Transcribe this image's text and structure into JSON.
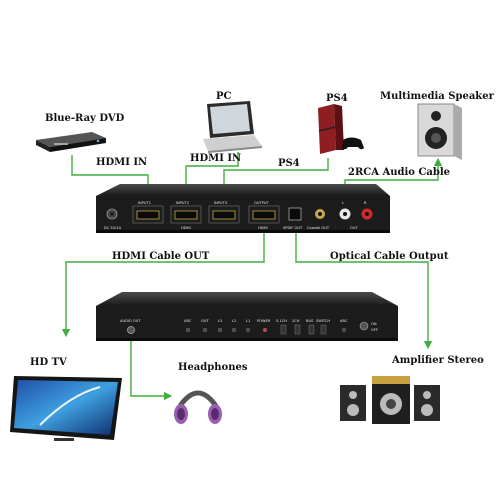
{
  "labels": {
    "bluray": "Blue-Ray DVD",
    "pc": "PC",
    "ps4_top": "PS4",
    "speaker": "Multimedia Speaker",
    "hdmi_in_1": "HDMI IN",
    "hdmi_in_2": "HDMI IN",
    "ps4_conn": "PS4",
    "rca_audio": "2RCA Audio Cable",
    "hdmi_out": "HDMI Cable OUT",
    "optical": "Optical Cable Output",
    "hdtv": "HD TV",
    "headphones": "Headphones",
    "amplifier": "Amplifier Stereo"
  },
  "rear_panel": {
    "dc": "DC 5V/1A",
    "input1": "INPUT1",
    "input2": "INPUT2",
    "input3": "INPUT3",
    "hdmi": "HDMI",
    "output": "OUTPUT",
    "spdif": "SPDIF OUT",
    "coaxial": "Coaxial OUT",
    "l": "L",
    "r": "R",
    "out": "OUT"
  },
  "front_panel": {
    "audio_out": "AUDIO OUT",
    "arc": "ARC",
    "out": "OUT",
    "l3": "L3",
    "l2": "L2",
    "l1": "L1",
    "power": "POWER",
    "ch51": "5.1CH",
    "ch2": "2CH",
    "bus": "BUS",
    "switch": "SWITCH",
    "arc2": "ARC",
    "on": "ON",
    "off": "OFF"
  },
  "colors": {
    "cable": "#3fae3f",
    "device": "#2a2a2a",
    "panel": "#1c1c1c",
    "ps4_red": "#b0262c"
  }
}
